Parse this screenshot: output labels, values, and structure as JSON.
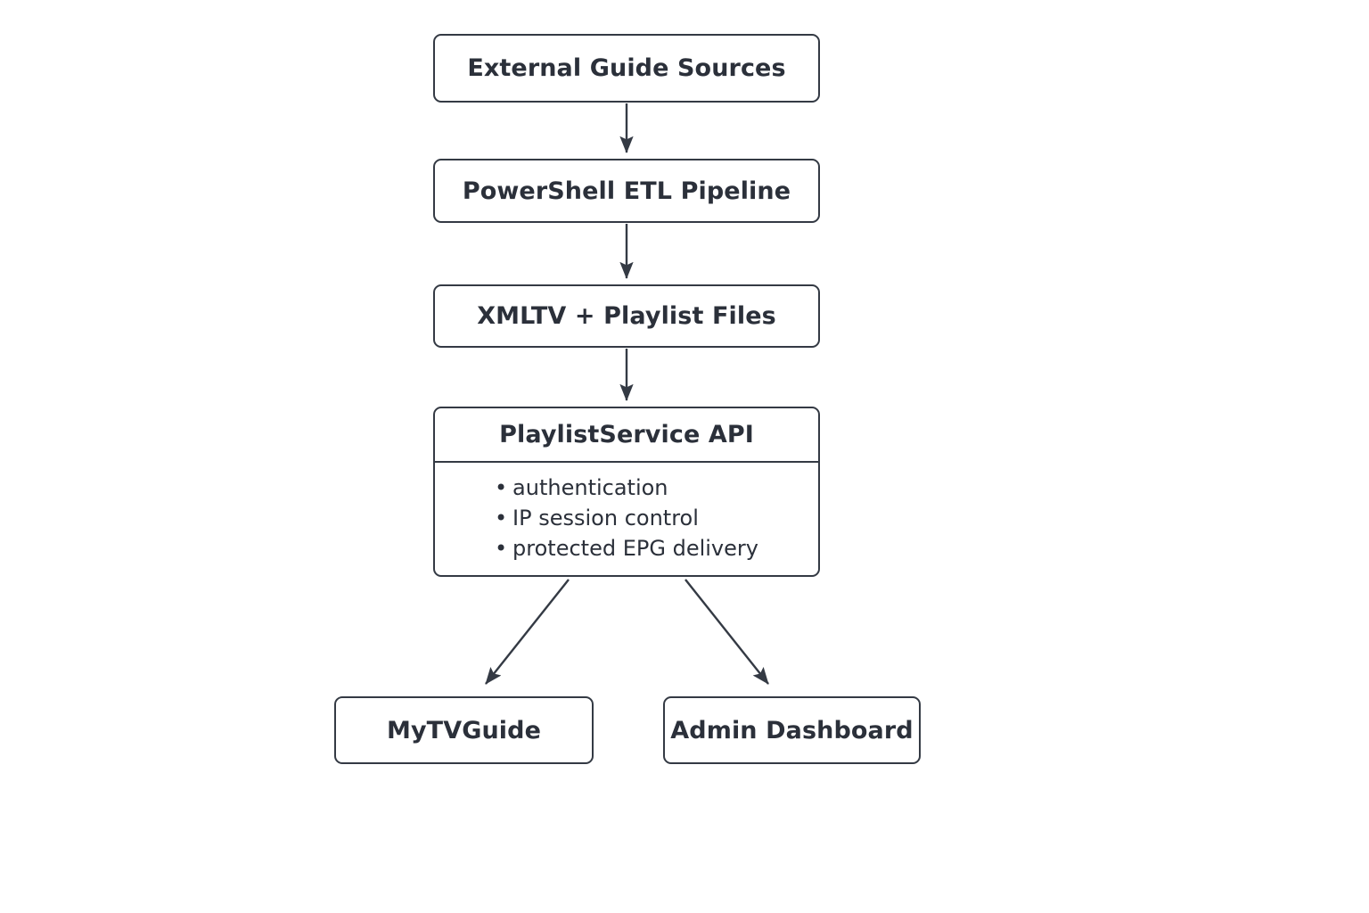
{
  "diagram": {
    "type": "flowchart",
    "direction": "top-down",
    "background_color": "#ffffff",
    "stroke_color": "#343a44",
    "text_color": "#2b303a",
    "nodes": [
      {
        "id": "external",
        "label": "External Guide Sources",
        "shape": "rounded-rectangle"
      },
      {
        "id": "etl",
        "label": "PowerShell ETL Pipeline",
        "shape": "rounded-rectangle"
      },
      {
        "id": "xmltv",
        "label": "XMLTV + Playlist Files",
        "shape": "rounded-rectangle"
      },
      {
        "id": "api",
        "label": "PlaylistService API",
        "shape": "rounded-rectangle-compartment",
        "items": [
          "authentication",
          "IP session control",
          "protected EPG delivery"
        ]
      },
      {
        "id": "mytvguide",
        "label": "MyTVGuide",
        "shape": "rounded-rectangle"
      },
      {
        "id": "admin",
        "label": "Admin Dashboard",
        "shape": "rounded-rectangle"
      }
    ],
    "edges": [
      {
        "from": "external",
        "to": "etl",
        "style": "solid",
        "arrow": "filled-triangle"
      },
      {
        "from": "etl",
        "to": "xmltv",
        "style": "solid",
        "arrow": "filled-triangle"
      },
      {
        "from": "xmltv",
        "to": "api",
        "style": "solid",
        "arrow": "filled-triangle"
      },
      {
        "from": "api",
        "to": "mytvguide",
        "style": "solid",
        "arrow": "filled-triangle"
      },
      {
        "from": "api",
        "to": "admin",
        "style": "solid",
        "arrow": "filled-triangle"
      }
    ]
  }
}
